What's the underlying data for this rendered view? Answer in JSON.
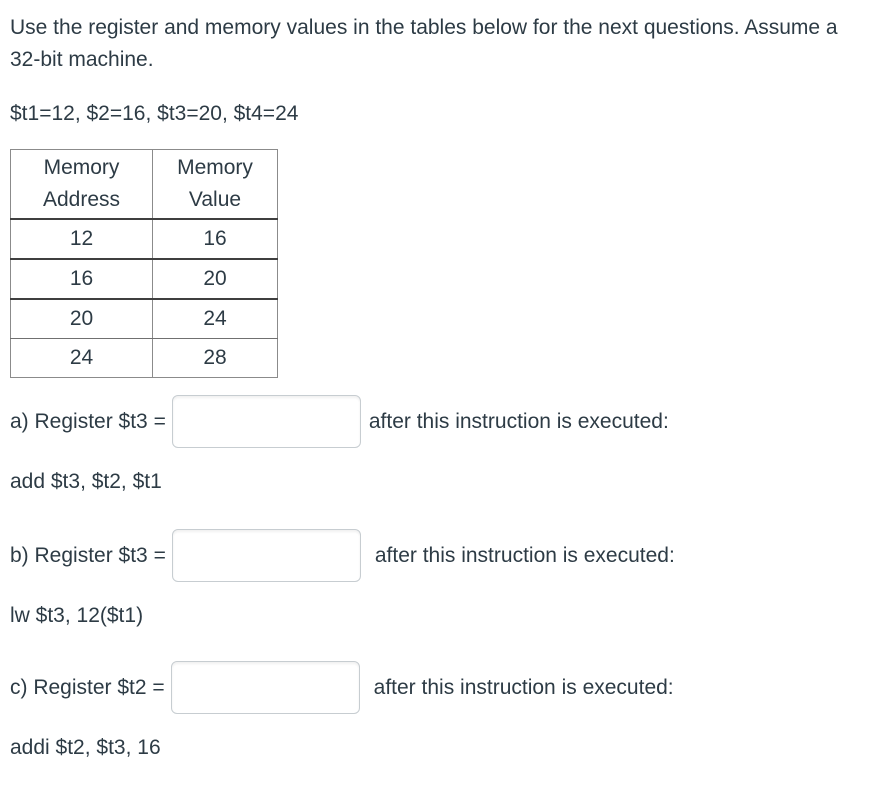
{
  "page": {
    "intro": {
      "line1": "Use the register and memory values in the tables below for the next questions. Assume a",
      "line2": "32-bit machine."
    },
    "register_values": "$t1=12, $2=16, $t3=20, $t4=24"
  },
  "memory_table": {
    "col_headers": [
      "Memory Address",
      "Memory Value"
    ],
    "rows": [
      [
        "12",
        "16"
      ],
      [
        "16",
        "20"
      ],
      [
        "20",
        "24"
      ],
      [
        "24",
        "28"
      ]
    ]
  },
  "questions": [
    {
      "id": "a",
      "label": "a) Register $t3 =",
      "input_value": "",
      "suffix": "after this instruction is executed:",
      "instruction": "add $t3, $t2, $t1"
    },
    {
      "id": "b",
      "label": "b) Register $t3 =",
      "input_value": "",
      "suffix": "after this instruction is executed:",
      "instruction": "lw $t3, 12($t1)"
    },
    {
      "id": "c",
      "label": "c) Register $t2 =",
      "input_value": "",
      "suffix": "after this instruction is executed:",
      "instruction": "addi $t2, $t3, 16"
    }
  ],
  "colors": {
    "text": "#2d3b45",
    "table_border_dark": "#3f3f3f",
    "table_border_light": "#8b8b8b",
    "input_border": "#c7cdd1",
    "background": "#ffffff"
  }
}
